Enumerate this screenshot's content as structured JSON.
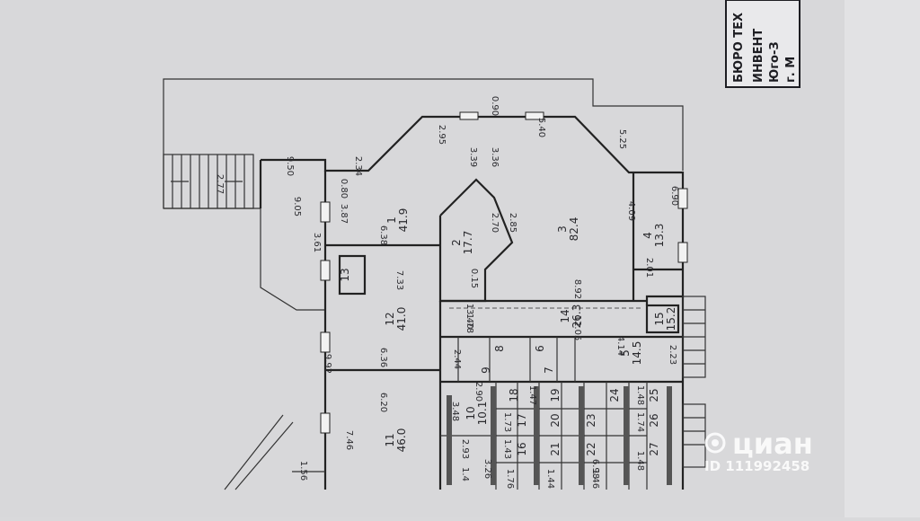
{
  "stamp": {
    "line1": "БЮРО ТЕХ",
    "line2": "ИНВЕНТ",
    "line3": "Юго-З",
    "line4": "г. М"
  },
  "watermark": {
    "brand": "циан",
    "id": "ID 111992458"
  },
  "rooms": [
    {
      "num": "1",
      "area": "41.9"
    },
    {
      "num": "2",
      "area": "17.7"
    },
    {
      "num": "3",
      "area": "82.4"
    },
    {
      "num": "4",
      "area": "13.3"
    },
    {
      "num": "5",
      "area": "14.5"
    },
    {
      "num": "6",
      "area": ""
    },
    {
      "num": "7",
      "area": ""
    },
    {
      "num": "8",
      "area": ""
    },
    {
      "num": "9",
      "area": ""
    },
    {
      "num": "10",
      "area": "10.1"
    },
    {
      "num": "11",
      "area": "46.0"
    },
    {
      "num": "12",
      "area": "41.0"
    },
    {
      "num": "13",
      "area": ""
    },
    {
      "num": "14",
      "area": "26.3"
    },
    {
      "num": "15",
      "area": "15.2"
    },
    {
      "num": "16",
      "area": ""
    },
    {
      "num": "17",
      "area": ""
    },
    {
      "num": "18",
      "area": ""
    },
    {
      "num": "19",
      "area": ""
    },
    {
      "num": "20",
      "area": ""
    },
    {
      "num": "21",
      "area": ""
    },
    {
      "num": "22",
      "area": ""
    },
    {
      "num": "23",
      "area": ""
    },
    {
      "num": "24",
      "area": ""
    },
    {
      "num": "25",
      "area": ""
    },
    {
      "num": "26",
      "area": ""
    },
    {
      "num": "27",
      "area": ""
    }
  ],
  "dims": [
    "9.50",
    "2.77",
    "9.05",
    "3.61",
    "3.87",
    "0.80",
    "2.34",
    "2.95",
    "3.39",
    "3.36",
    "0.90",
    "5.40",
    "5.25",
    "2.70",
    "2.85",
    "6.90",
    "4.09",
    "2.01",
    "0.15",
    "8.92",
    "7.33",
    "6.38",
    "12.05",
    "4.14",
    "13.40",
    "1.78",
    "9.92",
    "6.36",
    "6.20",
    "2.44",
    "2.23",
    "3.48",
    "2.90",
    "1.47",
    "1.73",
    "1.43",
    "7.46",
    "1.56",
    "3.26",
    "1.76",
    "1.44",
    "1.46",
    "1.48",
    "2.93",
    "1.4",
    "6.98",
    "1.74",
    "1.48"
  ]
}
